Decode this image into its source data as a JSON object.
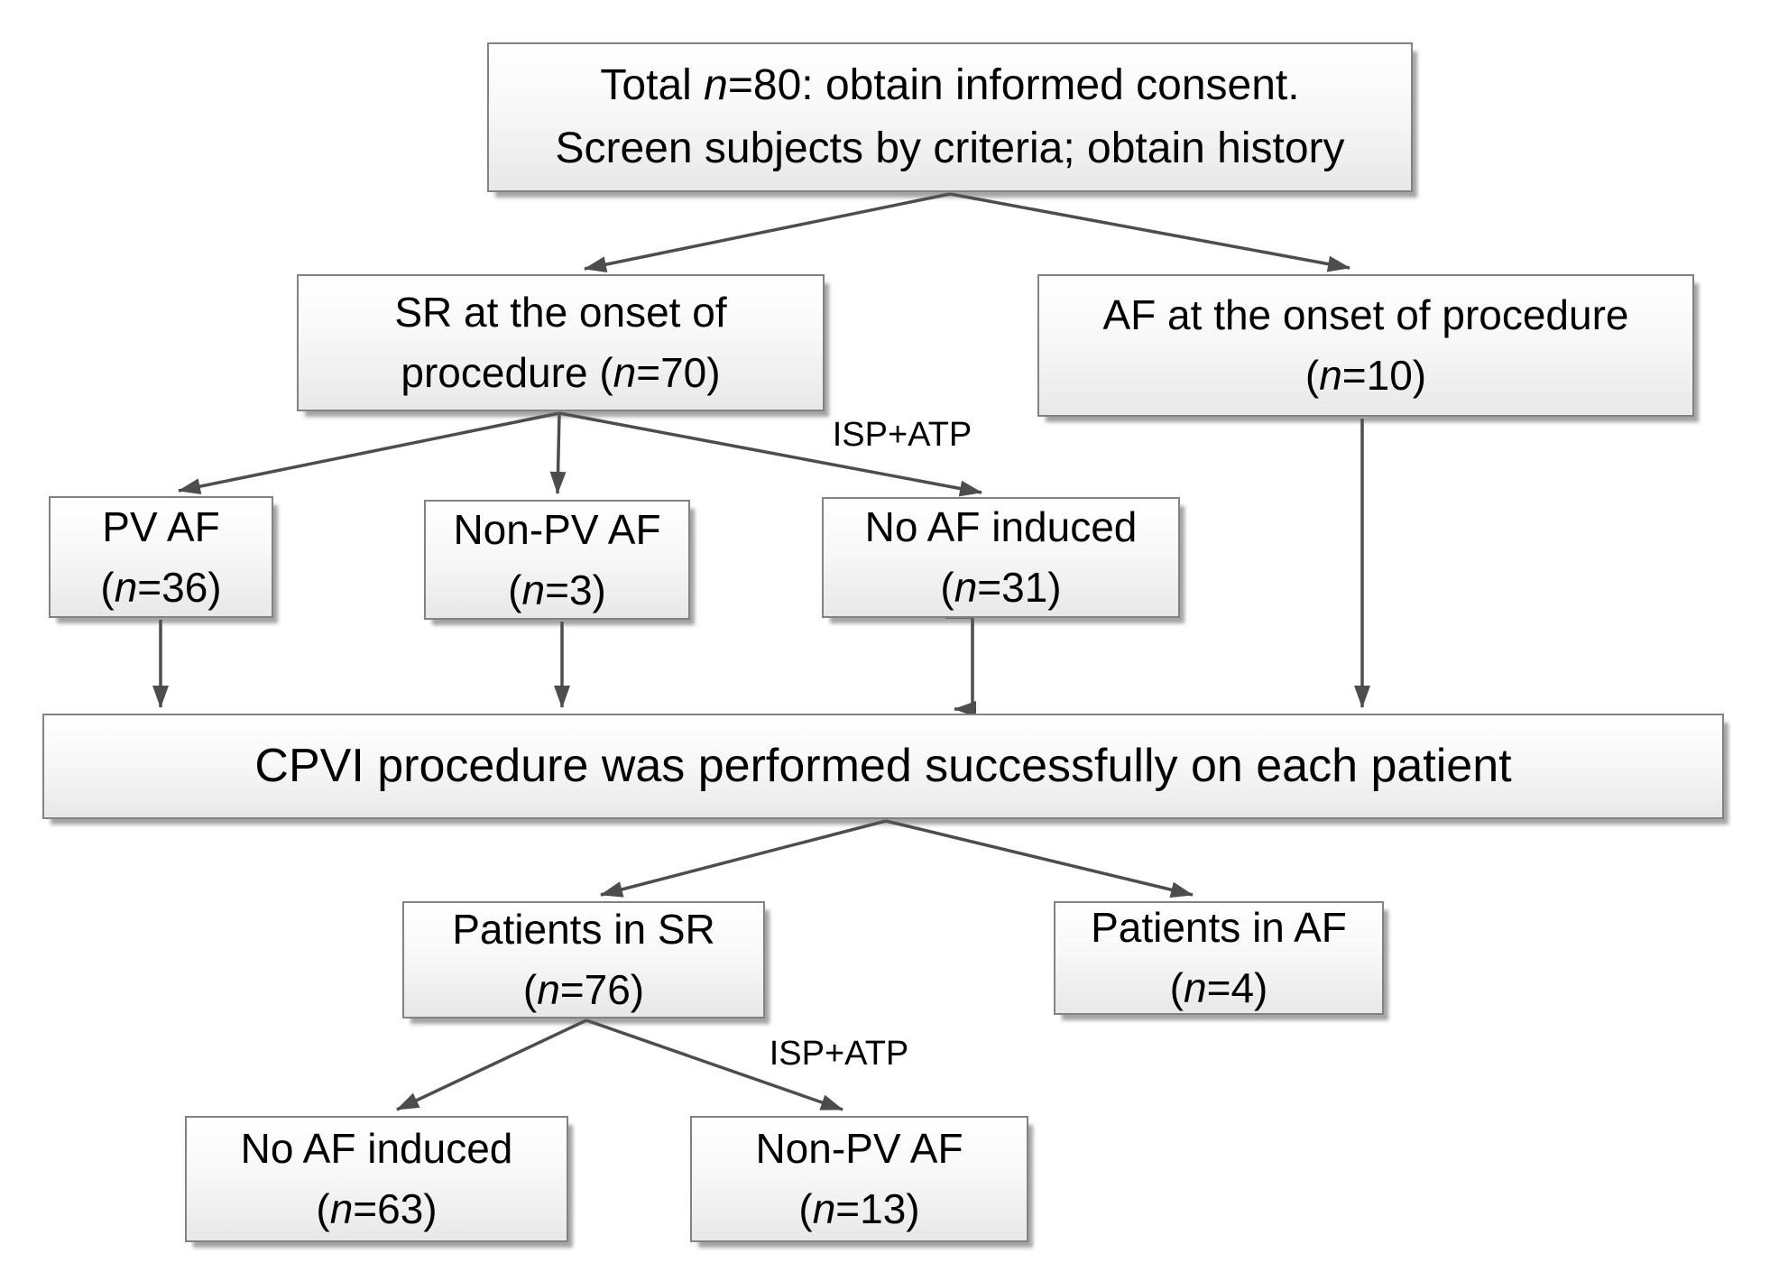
{
  "diagram": {
    "type": "flowchart",
    "colors": {
      "arrow": "#4d4d4d",
      "box_border": "#828282",
      "box_fill_top": "#ffffff",
      "box_fill_bottom": "#e8e8e8",
      "text": "#000000"
    },
    "nodes": {
      "total": {
        "lines": [
          [
            {
              "t": "Total "
            },
            {
              "t": "n",
              "i": 1
            },
            {
              "t": "=80: obtain informed consent."
            }
          ],
          [
            {
              "t": "Screen subjects by criteria; obtain history"
            }
          ]
        ]
      },
      "sr_onset": {
        "lines": [
          [
            {
              "t": "SR at the onset of"
            }
          ],
          [
            {
              "t": "procedure ("
            },
            {
              "t": "n",
              "i": 1
            },
            {
              "t": "=70)"
            }
          ]
        ]
      },
      "af_onset": {
        "lines": [
          [
            {
              "t": "AF at the onset of procedure"
            }
          ],
          [
            {
              "t": "("
            },
            {
              "t": "n",
              "i": 1
            },
            {
              "t": "=10)"
            }
          ]
        ]
      },
      "pv_af": {
        "lines": [
          [
            {
              "t": "PV AF"
            }
          ],
          [
            {
              "t": "("
            },
            {
              "t": "n",
              "i": 1
            },
            {
              "t": "=36)"
            }
          ]
        ]
      },
      "non_pv_af": {
        "lines": [
          [
            {
              "t": "Non-PV AF"
            }
          ],
          [
            {
              "t": "("
            },
            {
              "t": "n",
              "i": 1
            },
            {
              "t": "=3)"
            }
          ]
        ]
      },
      "no_af_induced": {
        "lines": [
          [
            {
              "t": "No AF induced"
            }
          ],
          [
            {
              "t": "("
            },
            {
              "t": "n",
              "i": 1
            },
            {
              "t": "=31)"
            }
          ]
        ]
      },
      "cpvi": {
        "lines": [
          [
            {
              "t": "CPVI procedure was performed successfully on each patient"
            }
          ]
        ]
      },
      "patients_sr": {
        "lines": [
          [
            {
              "t": "Patients in SR"
            }
          ],
          [
            {
              "t": "("
            },
            {
              "t": "n",
              "i": 1
            },
            {
              "t": "=76)"
            }
          ]
        ]
      },
      "patients_af": {
        "lines": [
          [
            {
              "t": "Patients in AF"
            }
          ],
          [
            {
              "t": "("
            },
            {
              "t": "n",
              "i": 1
            },
            {
              "t": "=4)"
            }
          ]
        ]
      },
      "no_af_63": {
        "lines": [
          [
            {
              "t": "No AF induced"
            }
          ],
          [
            {
              "t": "("
            },
            {
              "t": "n",
              "i": 1
            },
            {
              "t": "=63)"
            }
          ]
        ]
      },
      "non_pv_13": {
        "lines": [
          [
            {
              "t": "Non-PV AF"
            }
          ],
          [
            {
              "t": "("
            },
            {
              "t": "n",
              "i": 1
            },
            {
              "t": "=13)"
            }
          ]
        ]
      }
    },
    "edge_labels": [
      "ISP+ATP",
      "ISP+ATP"
    ]
  }
}
